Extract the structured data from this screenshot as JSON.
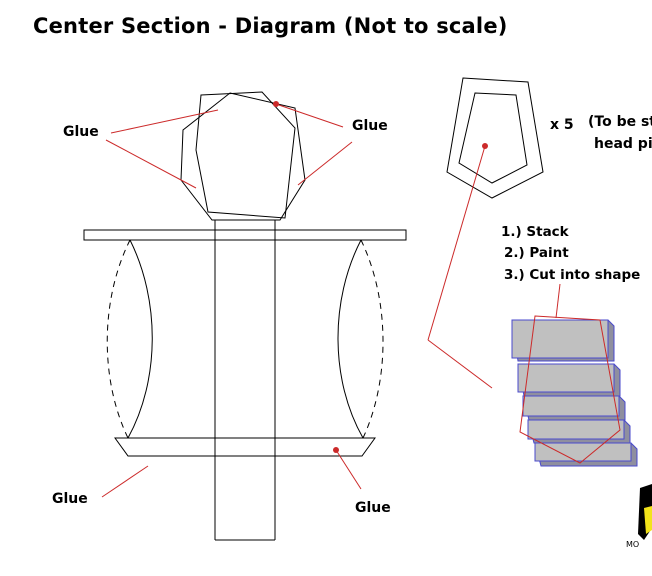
{
  "title": "Center Section - Diagram (Not to scale)",
  "labels": {
    "glue_top_left": "Glue",
    "glue_top_right": "Glue",
    "glue_bottom_left": "Glue",
    "glue_bottom_right": "Glue",
    "count": "x 5",
    "note_line1": "(To be st",
    "note_line2": "head pi"
  },
  "steps": [
    "1.) Stack",
    "2.) Paint",
    "3.) Cut into shape"
  ],
  "logo_text": "MO",
  "colors": {
    "line": "#000000",
    "leader": "#cc2a2a",
    "block_fill": "#c0c0c0",
    "block_edge": "#4a4acc"
  }
}
